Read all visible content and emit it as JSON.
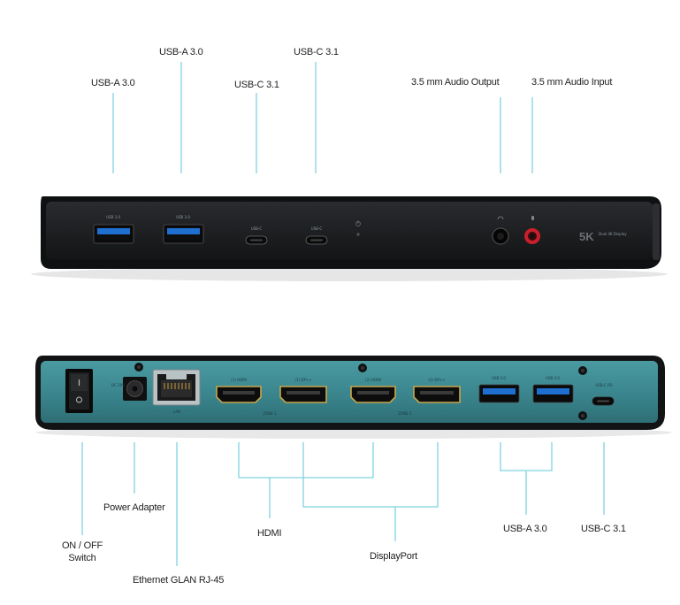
{
  "colors": {
    "leader": "#7fd3e0",
    "chassis": "#1a1b1d",
    "rear_panel": "#3d8b93",
    "usb_blue": "#1f6fd1",
    "mic_red": "#c8202b"
  },
  "front": {
    "labels": {
      "usb_a_1": "USB-A 3.0",
      "usb_a_2": "USB-A 3.0",
      "usb_c_1": "USB-C 3.1",
      "usb_c_2": "USB-C 3.1",
      "audio_out": "3.5 mm Audio Output",
      "audio_in": "3.5 mm Audio Input"
    },
    "badge": "5K",
    "badge_sub": "Dual 4K Display",
    "port_marks": {
      "usb_a": "USB 3.0",
      "usb_c": "USB-C"
    }
  },
  "rear": {
    "labels": {
      "switch": "ON / OFF\nSwitch",
      "power": "Power Adapter",
      "ethernet": "Ethernet GLAN RJ-45",
      "hdmi": "HDMI",
      "displayport": "DisplayPort",
      "usb_a": "USB-A 3.0",
      "usb_c": "USB-C 3.1"
    },
    "port_marks": {
      "dc": "DC 20V",
      "lan": "LAN",
      "hdmi_1": "(1) HDMI",
      "dp_1": "(1) DP++",
      "hdmi_2": "(2) HDMI",
      "dp_2": "(2) DP++",
      "zone_1": "ZONE 1",
      "zone_2": "ZONE 2",
      "usb_a": "USB 3.0",
      "usb_c": "USB-C PD"
    }
  }
}
